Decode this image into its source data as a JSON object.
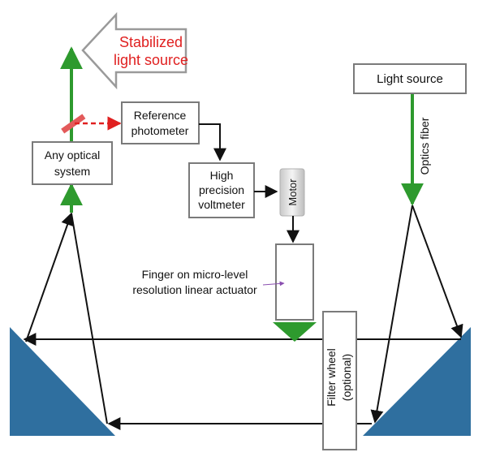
{
  "labels": {
    "stabilized_line1": "Stabilized",
    "stabilized_line2": "light source",
    "light_source": "Light source",
    "optics_fiber": "Optics fiber",
    "reference_line1": "Reference",
    "reference_line2": "photometer",
    "optical_line1": "Any optical",
    "optical_line2": "system",
    "voltmeter_line1": "High",
    "voltmeter_line2": "precision",
    "voltmeter_line3": "voltmeter",
    "motor": "Motor",
    "finger_line1": "Finger on micro-level",
    "finger_line2": "resolution linear actuator",
    "filter_line1": "Filter wheel",
    "filter_line2": "(optional)"
  },
  "colors": {
    "green_beam": "#2e9a2e",
    "red_reference": "#e02020",
    "prism_blue": "#2f6f9f",
    "box_border": "#7a7a7a",
    "arrow_black": "#111111",
    "callout_purple": "#8a4fb0"
  }
}
